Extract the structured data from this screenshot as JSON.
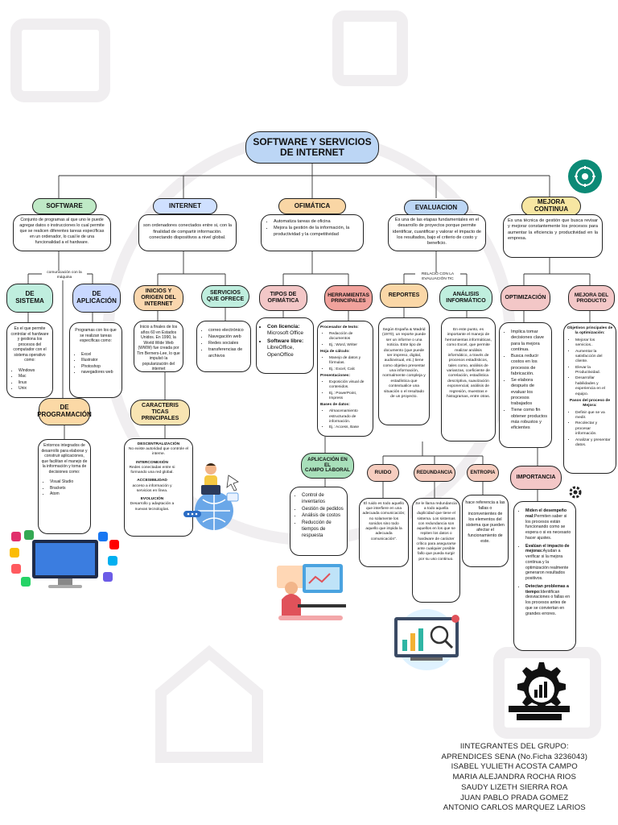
{
  "title": "SOFTWARE Y SERVICIOS\nDE INTERNET",
  "level1": {
    "software": "SOFTWARE",
    "internet": "INTERNET",
    "ofimatica": "OFIMÁTICA",
    "evaluacion": "EVALUACION",
    "mejora": "MEJORA\nCONTINUA"
  },
  "desc": {
    "software": "Conjunto de programas al que uno le puede agregar datos o instrucciones lo cual permite que se realicen diferentes tareas específicas en un ordenador, lo cual le de una funcionalidad a el hardware.",
    "internet": "son ordenadores conectados entre si, con la finalidad de compartir información.\nconectando dispositivos a nivel global.",
    "ofimatica_1": "Automatiza tareas de oficina",
    "ofimatica_2": "Mejora la gestión de la información, la productividad y la competitividad",
    "evaluacion": "Es una de las etapas fundamentales en el desarrollo de proyectos porque permite identificar, cuantificar y valorar el impacto de los resultados, bajo el criterio de costo y beneficio.",
    "mejora": "Es una técnica de gestión que busca revisar y mejorar constantemente los procesos para aumentar la eficiencia y productividad en la empresa."
  },
  "connectors": {
    "comunicacion": "comunicación con la máquina",
    "relacion": "RELACIÓ CON LA EVALUACIÓN TIC"
  },
  "software": {
    "sistema": "DE\nSISTEMA",
    "aplicacion": "DE\nAPLICACIÓN",
    "programacion": "DE\nPROGRAMACIÓN",
    "sistema_text": "Es el que permite controlar el hardware y gestiona los procesos del computador con el sistema operativo como:",
    "sistema_list": [
      "Windows",
      "Mac",
      "linux",
      "Unix"
    ],
    "aplicacion_text": "Programas con los que se realizan tareas especificas como:",
    "aplicacion_list": [
      "Excel",
      "Illustrator",
      "Photoshop",
      "navegadores web"
    ],
    "programacion_text": "Entornos integrados de desarrollo para elaborar y construir aplicaciones, que facilitan el manejo de la información y toma de decisiones como:",
    "programacion_list": [
      "Visual Studio",
      "Brackets",
      "Atom"
    ]
  },
  "internet": {
    "inicios": "INICIOS Y\nORIGEN DEL\nINTERNET",
    "servicios": "SERVICIOS\nQUE OFRECE",
    "inicios_text": "Inicio a finales de los años 60 en Estados Unidos. En 1990, la World Wide Web (WWW) fue creada por Tim Berners-Lee, lo que impulsó la popularización del internet",
    "servicios_list": [
      "correo electrónico",
      "Navegación web",
      "Redes sociales",
      "transferencias de archivos"
    ],
    "caracteristicas": "CARACTERIS\nTICAS\nPRINCIPALES",
    "car": [
      {
        "h": "DESCENTRALIZACIÓN",
        "t": "No existe autoridad que controle el interne."
      },
      {
        "h": "INTERCONEXIÓN",
        "t": "Redes conectadas entre si formando una red global."
      },
      {
        "h": "ACCESIBILIDAD",
        "t": "acceso a información y servicios en línea."
      },
      {
        "h": "EVOLUCIÓN",
        "t": "Desarrollo y adaptación a nuevas tecnologías."
      }
    ]
  },
  "ofimatica": {
    "tipos": "TIPOS DE\nOFIMÁTICA",
    "herramientas": "HERRAMIENTAS\nPRINCIPALES",
    "tipos_licencia_h": "Con licencia:",
    "tipos_licencia_t": "Microsoft Office",
    "tipos_libre_h": "Software libre:",
    "tipos_libre_t": "LibreOffice, OpenOffice",
    "herr": [
      {
        "h": "Procesador de texto:",
        "items": [
          "Redacción de documentos",
          "Ej.: Word, Writer"
        ]
      },
      {
        "h": "Hoja de cálculo:",
        "items": [
          "Manejo de datos y fórmulas.",
          "Ej.: Excel, Calc"
        ]
      },
      {
        "h": "Presentaciones:",
        "items": [
          "Exposición visual de contenidos.",
          "Ej.: PowerPoint, Impress"
        ]
      },
      {
        "h": "Bases de datos:",
        "items": [
          "Almacenamiento estructurado de información.",
          "Ej.: Access, Base"
        ]
      }
    ],
    "aplicacion_lab": "APLICACIÓN EN EL\nCAMPO LABORAL",
    "aplicacion_list": [
      "Control de inventarios",
      "Gestión de pedidos",
      "Análisis de costos",
      "Reducción de tiempos de respuesta"
    ]
  },
  "evaluacion": {
    "reportes": "REPORTES",
    "analisis": "ANÁLISIS\nINFORMÁTICO",
    "reportes_text": "Según España & Madrid (1970), un reporte puede ser un informe o una noticia. Este tipo de documento (que puede ser impreso, digital, audiovisual, etc.) tiene como objetivo presentar una información, normalmente compleja y estadística que contextualice una situación o el resultado de un proyecto.",
    "analisis_text": "En este punto, es importante el manejo de herramientas informáticas, como Excel, que permite realizar análisis informático, a través de procesos estadísticos, tales como, análisis de varianzas, coeficiente de correlación, estadística descriptiva, suavización exponencial, análisis de regresión, muestras e histogramas, entre otras.",
    "ruido": "RUIDO",
    "redundancia": "REDUNDANCIA",
    "entropia": "ENTROPIA",
    "ruido_text": "El ruido es todo aquello que interfiere en una adecuada comunicación; no solamente los sonidos sino todo aquello que impida la adecuada comunicación\".",
    "redundancia_text": "Se le llama redundancia a todo aquella duplicidad que tiene el sistema. Los sistemas con redundancia son aquellos en los que se repiten los datos o hardware de carácter crítico para asegurarse ante cualquier posible fallo que pueda surgir por su uso continuo.",
    "entropia_text": "hace referencia a las fallas o inconvenientes de los elementos del sistema que pueden afectar el funcionamiento de este."
  },
  "mejora": {
    "optimizacion": "OPTIMIZACIÓN",
    "mejora_producto": "MEJORA DEL\nPRODUCTO",
    "optimizacion_list": [
      "Implica tomar decisiones clave para la mejora continua.",
      "Busca reducir costos en los procesos de fabricación.",
      "Se elabora después de evaluar los procesos trabajados",
      "Tiene como fin obtener productos más robustos y eficientes"
    ],
    "producto_h1": "Objetivos principales de la optimización:",
    "producto_list1": [
      "Mejorar los servicios..",
      "Aumentar la satisfacción del cliente.",
      "Elevar la Productividad.",
      "Desarrollar habilidades y experiencia en el equipo."
    ],
    "producto_h2": "Pasos del proceso de Mejora:",
    "producto_list2": [
      "Definir que se va medir.",
      "Recolectar y procesar información.",
      "Analizar y presentar datos."
    ],
    "importancia": "IMPORTANCIA",
    "importancia_list": [
      {
        "h": "Miden el desempeño real:",
        "t": "Permiten saber si los procesos están funcionando como se espera o si es necesario hacer ajustes."
      },
      {
        "h": "Evalúan el impacto de mejoras:",
        "t": "Ayudan a verificar si la mejora continua y la optimización realmente generaron resultados positivos."
      },
      {
        "h": "Detectan problemas a tiempo:",
        "t": "Identifican desviaciones o fallas en los procesos antes de que se conviertan en grandes errores."
      }
    ]
  },
  "footer": {
    "line1": "IINTEGRANTES DEL GRUPO:",
    "line2": "APRENDICES SENA (No.Ficha 3236043)",
    "members": [
      "ISABEL YULIETH ACOSTA CAMPO",
      "MARIA ALEJANDRA ROCHA RIOS",
      "SAUDY LIZETH SIERRA ROA",
      "JUAN PABLO PRADA GOMEZ",
      "ANTONIO CARLOS MARQUEZ LARIOS"
    ]
  },
  "colors": {
    "green": "#bfe9c6",
    "blue": "#cfe0ff",
    "orange": "#f9d6a5",
    "lightblue": "#bcd6f5",
    "yellow": "#f7e6a2",
    "teal": "#bfeede",
    "pink": "#f3c7c7",
    "peach": "#fad5b2",
    "title": "#bcd6f5"
  },
  "icons": [
    "brain-gear-icon",
    "gear-icon",
    "person-laptop-illustration",
    "apps-monitor-illustration",
    "worker-desk-illustration",
    "analytics-board-illustration",
    "gear-chart-icon"
  ]
}
